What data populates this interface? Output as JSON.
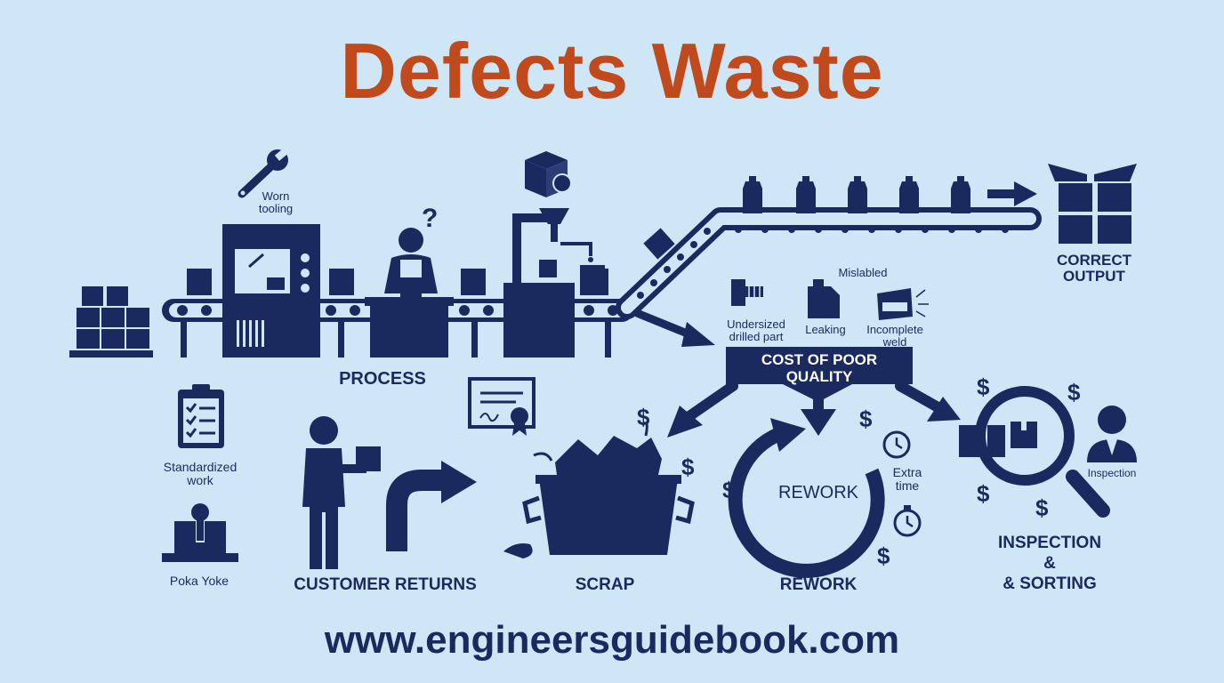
{
  "title": "Defects Waste",
  "website": "www.engineersguidebook.com",
  "labels": {
    "worn_tooling": "Worn\ntooling",
    "process": "PROCESS",
    "correct_output": "CORRECT\nOUTPUT",
    "mislabled": "Mislabled",
    "undersized": "Undersized\ndrilled part",
    "leaking": "Leaking",
    "incomplete_weld": "Incomplete\nweld",
    "cost_of_poor_quality": "COST OF POOR\nQUALITY",
    "standardized_work": "Standardized\nwork",
    "poka_yoke": "Poka Yoke",
    "customer_returns": "CUSTOMER RETURNS",
    "scrap": "SCRAP",
    "rework_center": "REWORK",
    "rework": "REWORK",
    "extra_time": "Extra\ntime",
    "inspection_small": "Inspection",
    "inspection_sorting": "INSPECTION\n&\n& SORTING"
  },
  "symbols": {
    "dollar": "$",
    "question": "?"
  },
  "colors": {
    "background": "#cfe6f6",
    "navy": "#1b2a5e",
    "title_orange": "#c04a1c"
  },
  "icons": [
    "wrench-icon",
    "machine-icon",
    "worker-icon",
    "question-icon",
    "box-money-icon",
    "filler-machine-icon",
    "bottle-icon",
    "arrow-right-icon",
    "open-box-icon",
    "bolt-icon",
    "jug-icon",
    "weld-icon",
    "clipboard-icon",
    "certificate-icon",
    "poka-yoke-icon",
    "person-carrying-box-icon",
    "return-arrow-icon",
    "dumpster-icon",
    "rework-cycle-icon",
    "clock-icon",
    "stopwatch-icon",
    "magnifier-icon",
    "inspector-icon",
    "dollar-icon"
  ]
}
